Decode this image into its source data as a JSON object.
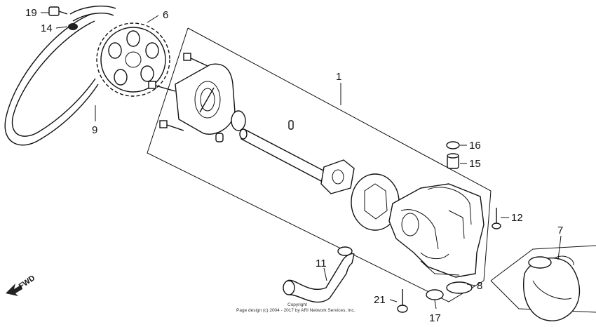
{
  "diagram": {
    "callouts": [
      {
        "id": "c1",
        "label": "1"
      },
      {
        "id": "c6",
        "label": "6"
      },
      {
        "id": "c7",
        "label": "7"
      },
      {
        "id": "c8",
        "label": "8"
      },
      {
        "id": "c9",
        "label": "9"
      },
      {
        "id": "c11",
        "label": "11"
      },
      {
        "id": "c12",
        "label": "12"
      },
      {
        "id": "c14",
        "label": "14"
      },
      {
        "id": "c15",
        "label": "15"
      },
      {
        "id": "c16",
        "label": "16"
      },
      {
        "id": "c17",
        "label": "17"
      },
      {
        "id": "c19",
        "label": "19"
      },
      {
        "id": "c21",
        "label": "21"
      }
    ],
    "direction_label": "FWD",
    "copyright": "Page design (c) 2004 - 2017 by ARI Network Services, Inc.",
    "copyright_title": "Copyright"
  }
}
